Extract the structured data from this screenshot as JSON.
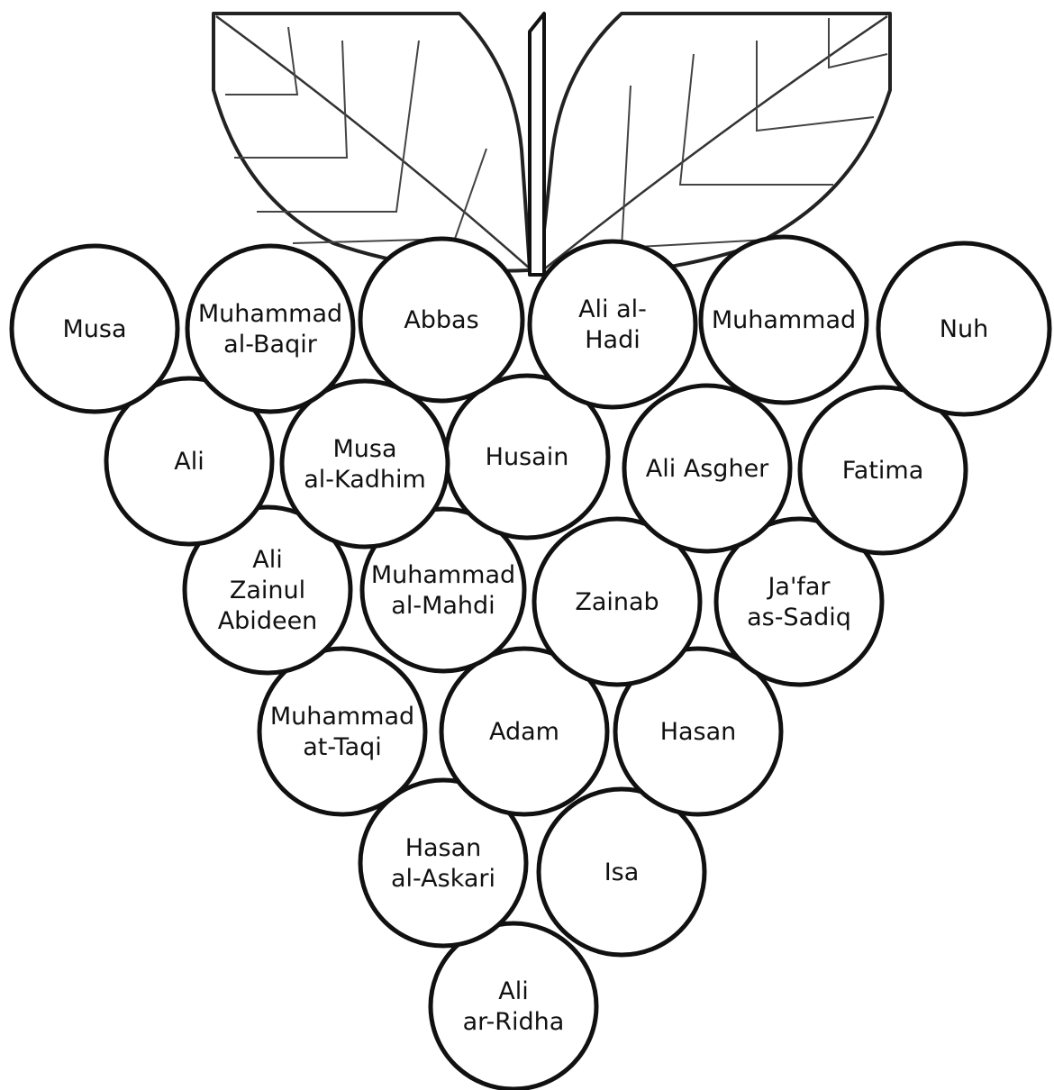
{
  "grapes": [
    {
      "id": "musa",
      "lines": [
        "Musa"
      ]
    },
    {
      "id": "muhammad-al-baqir",
      "lines": [
        "Muhammad",
        "al-Baqir"
      ]
    },
    {
      "id": "abbas",
      "lines": [
        "Abbas"
      ]
    },
    {
      "id": "ali-al-hadi",
      "lines": [
        "Ali al-",
        "Hadi"
      ]
    },
    {
      "id": "muhammad",
      "lines": [
        "Muhammad"
      ]
    },
    {
      "id": "nuh",
      "lines": [
        "Nuh"
      ]
    },
    {
      "id": "ali",
      "lines": [
        "Ali"
      ]
    },
    {
      "id": "musa-al-kadhim",
      "lines": [
        "Musa",
        "al-Kadhim"
      ]
    },
    {
      "id": "husain",
      "lines": [
        "Husain"
      ]
    },
    {
      "id": "ali-asgher",
      "lines": [
        "Ali Asgher"
      ]
    },
    {
      "id": "fatima",
      "lines": [
        "Fatima"
      ]
    },
    {
      "id": "ali-zainul-abideen",
      "lines": [
        "Ali",
        "Zainul",
        "Abideen"
      ]
    },
    {
      "id": "muhammad-al-mahdi",
      "lines": [
        "Muhammad",
        "al-Mahdi"
      ]
    },
    {
      "id": "zainab",
      "lines": [
        "Zainab"
      ]
    },
    {
      "id": "jafar-as-sadiq",
      "lines": [
        "Ja'far",
        "as-Sadiq"
      ]
    },
    {
      "id": "muhammad-at-taqi",
      "lines": [
        "Muhammad",
        "at-Taqi"
      ]
    },
    {
      "id": "adam",
      "lines": [
        "Adam"
      ]
    },
    {
      "id": "hasan",
      "lines": [
        "Hasan"
      ]
    },
    {
      "id": "hasan-al-askari",
      "lines": [
        "Hasan",
        "al-Askari"
      ]
    },
    {
      "id": "isa",
      "lines": [
        "Isa"
      ]
    },
    {
      "id": "ali-ar-ridha",
      "lines": [
        "Ali",
        "ar-Ridha"
      ]
    }
  ]
}
